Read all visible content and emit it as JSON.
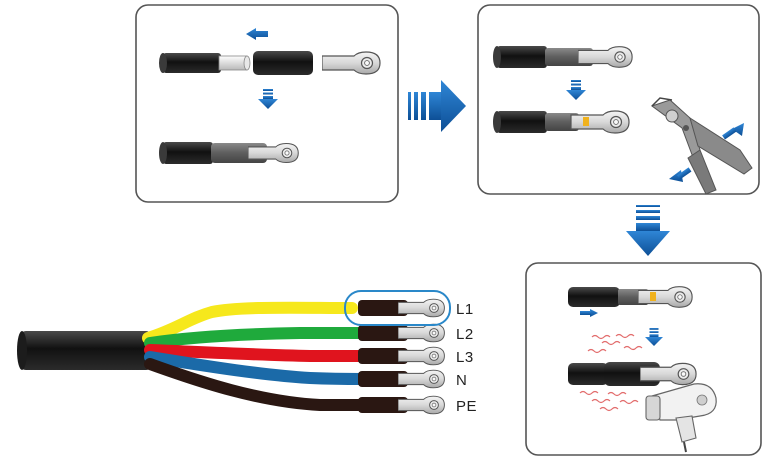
{
  "wires": [
    {
      "label": "L1",
      "color": "#f6e81c",
      "highlighted": true
    },
    {
      "label": "L2",
      "color": "#1faa3c"
    },
    {
      "label": "L3",
      "color": "#e0141e"
    },
    {
      "label": "N",
      "color": "#1b6aa8"
    },
    {
      "label": "PE",
      "color": "#2a1712"
    }
  ],
  "colors": {
    "arrow": "#1565c0",
    "panel_border": "#555555",
    "sleeve": "#333333",
    "heat_waves": "#e26a6a",
    "highlight": "#2a88c9"
  },
  "icons": {
    "crimp_tool": "crimping-plier-icon",
    "heat_gun": "heat-gun-icon"
  }
}
